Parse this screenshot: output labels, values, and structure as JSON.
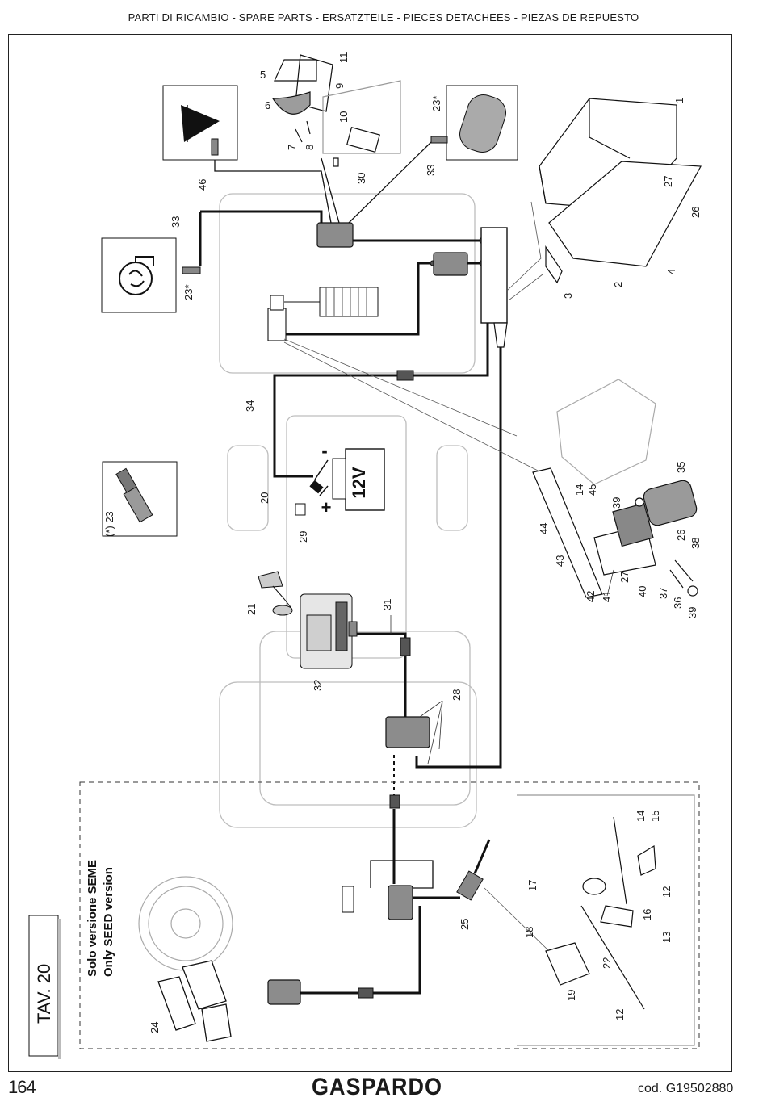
{
  "header": {
    "title": "PARTI DI RICAMBIO - SPARE PARTS - ERSATZTEILE - PIECES DETACHEES - PIEZAS DE REPUESTO"
  },
  "footer": {
    "page_number": "164",
    "brand": "GASPARDO",
    "code": "cod.   G19502880"
  },
  "table": {
    "label": "TAV. 20"
  },
  "seed_note": {
    "line1": "Solo versione SEME",
    "line2": "Only SEED version"
  },
  "battery": {
    "voltage": "12V",
    "minus": "-",
    "plus": "+"
  },
  "note_23": "(*) 23",
  "callouts": {
    "c1": "1",
    "c2": "2",
    "c3": "3",
    "c4": "4",
    "c5": "5",
    "c6": "6",
    "c7": "7",
    "c8": "8",
    "c9": "9",
    "c10": "10",
    "c11": "11",
    "c12a": "12",
    "c12b": "12",
    "c13": "13",
    "c14a": "14",
    "c14b": "14",
    "c15": "15",
    "c16": "16",
    "c17": "17",
    "c18": "18",
    "c19": "19",
    "c20": "20",
    "c21": "21",
    "c22": "22",
    "c23a": "23*",
    "c23b": "23*",
    "c24": "24",
    "c25": "25",
    "c26a": "26",
    "c26b": "26",
    "c27a": "27",
    "c27b": "27",
    "c28": "28",
    "c29": "29",
    "c30": "30",
    "c31": "31",
    "c32": "32",
    "c33a": "33",
    "c33b": "33",
    "c34": "34",
    "c35": "35",
    "c36": "36",
    "c37": "37",
    "c38": "38",
    "c39a": "39",
    "c39b": "39",
    "c40": "40",
    "c41": "41",
    "c42": "42",
    "c43": "43",
    "c44": "44",
    "c45": "45",
    "c46": "46"
  },
  "colors": {
    "ink": "#1a1a1a",
    "component_fill": "#8c8c8c",
    "outline_light": "#bdbdbd"
  }
}
